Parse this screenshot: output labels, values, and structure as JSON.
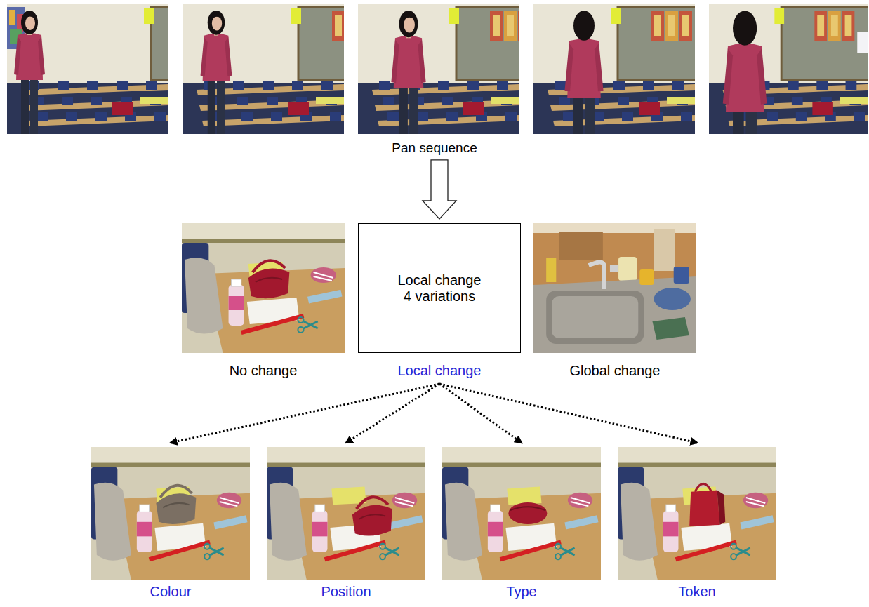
{
  "diagram": {
    "nodes": [
      {
        "text": [
          "Pan sequence"
        ]
      },
      {
        "text": [
          "No change"
        ]
      },
      {
        "text": [
          "Local change 4 variations",
          "Local change"
        ]
      },
      {
        "text": [
          "Global change"
        ]
      },
      {
        "text": [
          "Colour"
        ]
      },
      {
        "text": [
          "Position"
        ]
      },
      {
        "text": [
          "Type"
        ]
      },
      {
        "text": [
          "Token"
        ]
      }
    ],
    "edges": [
      {
        "from": 0,
        "to": 2,
        "arrow": "to"
      },
      {
        "from": 2,
        "to": 4,
        "arrow": "to"
      },
      {
        "from": 2,
        "to": 5,
        "arrow": "to"
      },
      {
        "from": 2,
        "to": 6,
        "arrow": "to"
      },
      {
        "from": 2,
        "to": 7,
        "arrow": "to"
      }
    ]
  }
}
